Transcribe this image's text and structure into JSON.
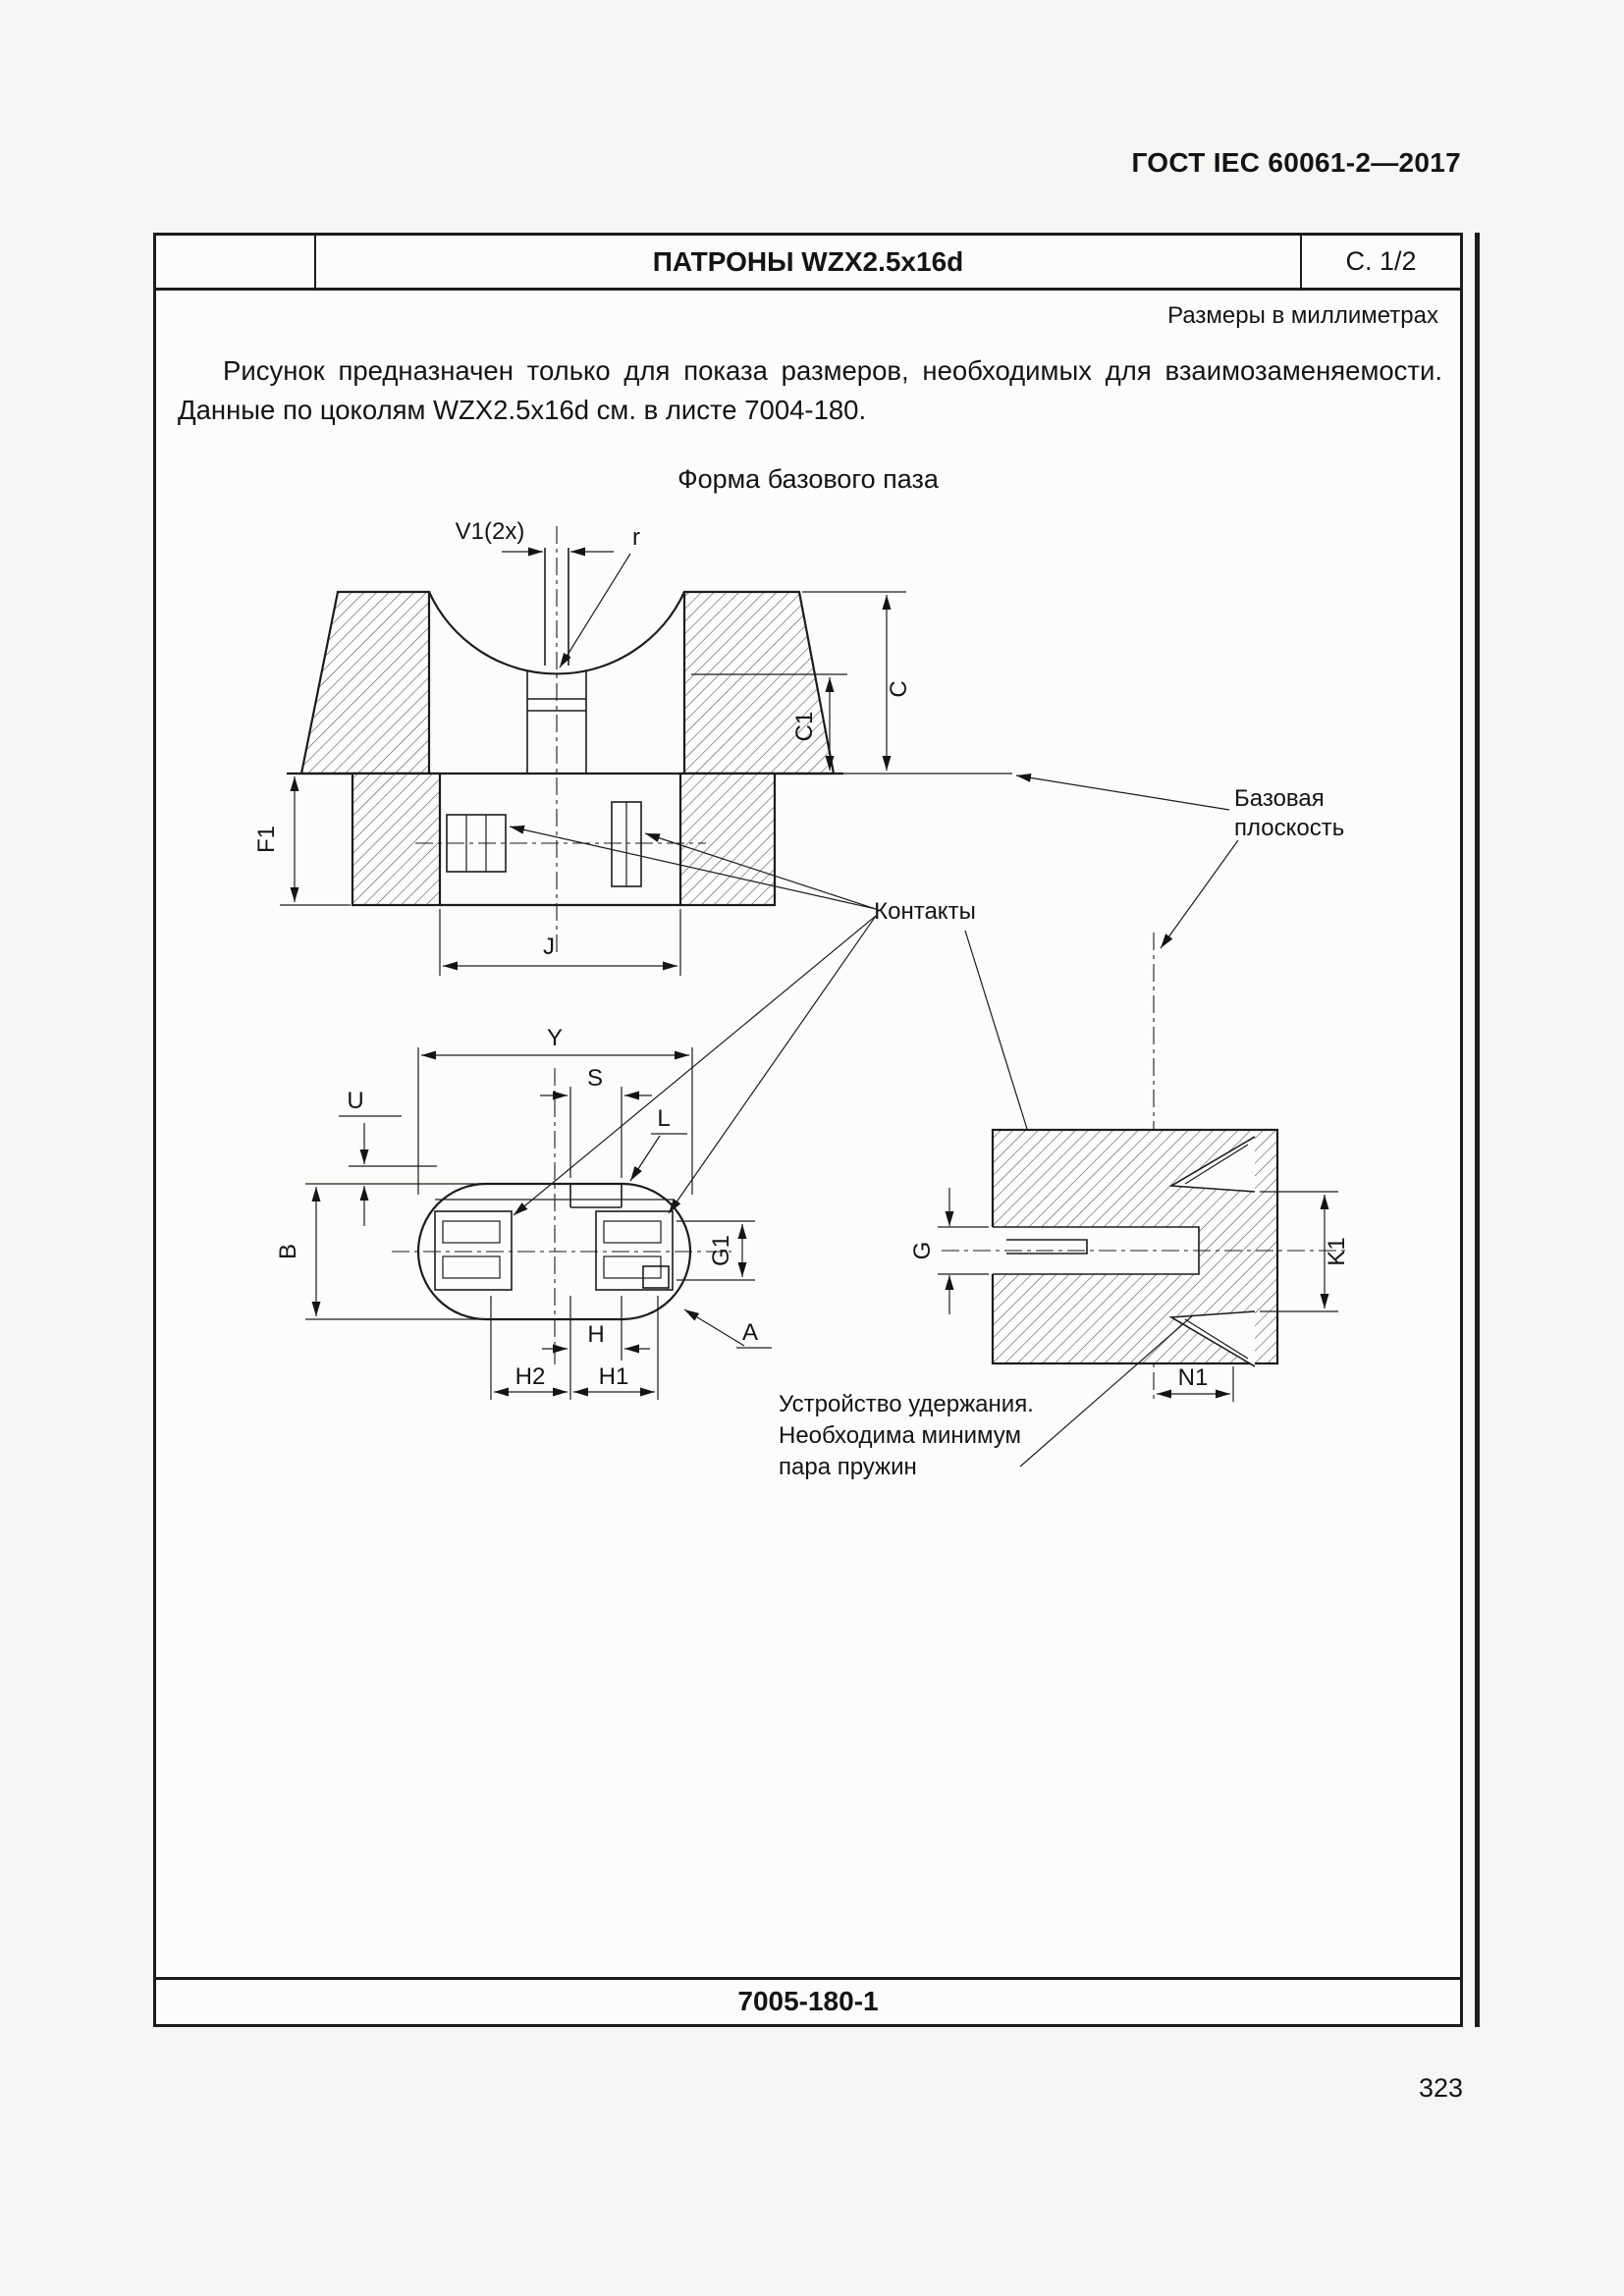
{
  "page": {
    "header": "ГОСТ IEC 60061-2—2017",
    "page_number": "323"
  },
  "sheet": {
    "title": "ПАТРОНЫ WZX2.5x16d",
    "sheet_ref": "С. 1/2",
    "units_note": "Размеры в миллиметрах",
    "paragraph_line1": "Рисунок предназначен только для показа размеров, необходимых для взаимозаменяемости.",
    "paragraph_line2": "Данные по цоколям WZX2.5x16d см. в листе 7004-180.",
    "figure_title": "Форма базового паза",
    "footer_ref": "7005-180-1"
  },
  "drawing": {
    "labels": {
      "v1": "V1(2x)",
      "r": "r",
      "c": "C",
      "c1": "C1",
      "f1": "F1",
      "j": "J",
      "y": "Y",
      "s": "S",
      "u": "U",
      "l": "L",
      "b": "B",
      "g1": "G1",
      "a": "A",
      "h": "H",
      "h1": "H1",
      "h2": "H2",
      "g": "G",
      "k1": "K1",
      "n1": "N1"
    },
    "annotations": {
      "base_plane_line1": "Базовая",
      "base_plane_line2": "плоскость",
      "contacts": "Контакты",
      "retention_line1": "Устройство удержания.",
      "retention_line2": "Необходима минимум",
      "retention_line3": "пара пружин"
    }
  }
}
